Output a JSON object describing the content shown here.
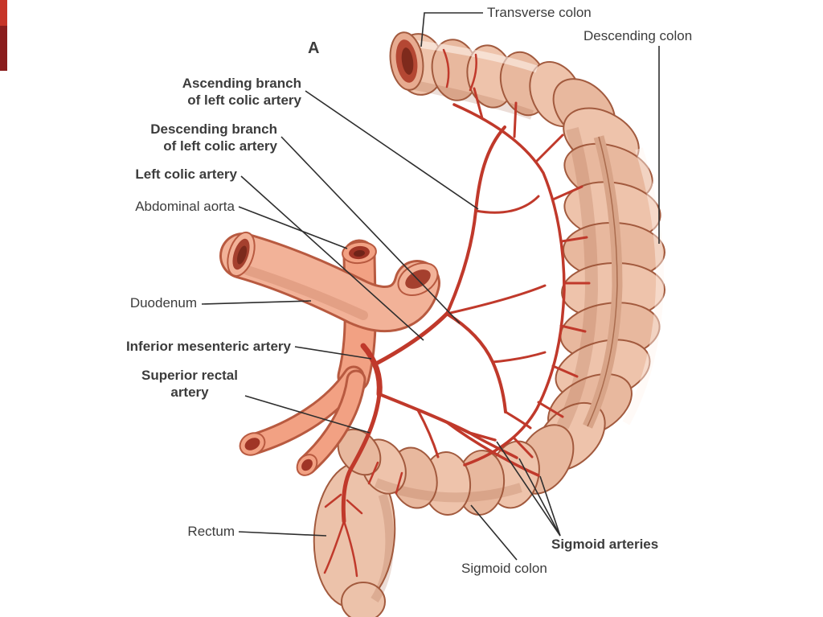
{
  "figure": {
    "marker_letter": "A",
    "labels": {
      "transverse_colon": "Transverse colon",
      "descending_colon": "Descending colon",
      "ascending_branch": "Ascending branch\nof left colic artery",
      "descending_branch": "Descending branch\nof left colic artery",
      "left_colic_artery": "Left colic artery",
      "abdominal_aorta": "Abdominal aorta",
      "duodenum": "Duodenum",
      "inferior_mesenteric_artery": "Inferior mesenteric artery",
      "superior_rectal_artery": "Superior rectal\nartery",
      "rectum": "Rectum",
      "sigmoid_arteries": "Sigmoid arteries",
      "sigmoid_colon": "Sigmoid colon"
    },
    "colors": {
      "background": "#ffffff",
      "colon_fill": "#eec3ab",
      "colon_fill_alt": "#e8b89e",
      "colon_outline": "#a25a3e",
      "duodenum_fill": "#f2b298",
      "aorta_fill": "#f2a183",
      "artery_red": "#c0392b",
      "lumen_dark": "#a03526",
      "label_text": "#3c3c3c",
      "pointer_line": "#2e2e2e",
      "edge_strip_bright": "#c63428",
      "edge_strip_dark": "#8a1d1d"
    }
  }
}
